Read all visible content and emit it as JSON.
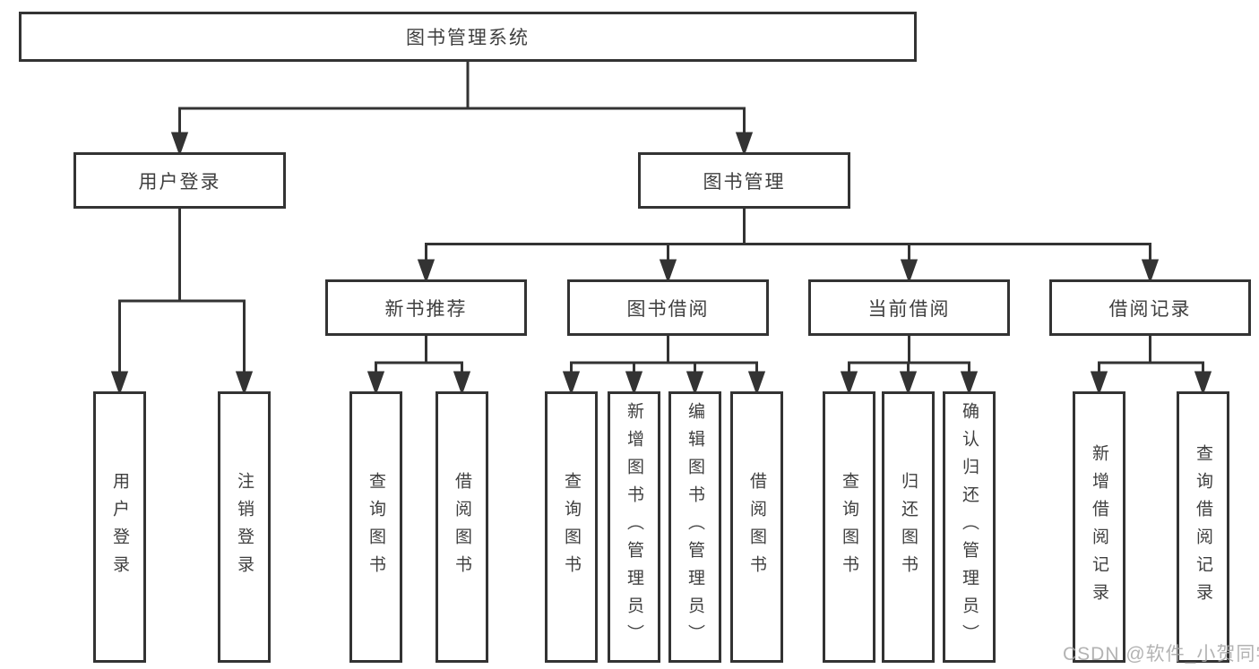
{
  "colors": {
    "background": "#ffffff",
    "line": "#333333",
    "box_border": "#333333",
    "text": "#3f3f3f",
    "watermark": "#a8a8a8"
  },
  "watermark": {
    "text": "CSDN @软件_小贺同学"
  },
  "tree": {
    "root": {
      "label": "图书管理系统",
      "children": [
        {
          "label": "用户登录",
          "children": [
            {
              "label": "用户登录"
            },
            {
              "label": "注销登录"
            }
          ]
        },
        {
          "label": "图书管理",
          "children": [
            {
              "label": "新书推荐",
              "children": [
                {
                  "label": "查询图书"
                },
                {
                  "label": "借阅图书"
                }
              ]
            },
            {
              "label": "图书借阅",
              "children": [
                {
                  "label": "查询图书"
                },
                {
                  "label": "新增图书（管理员）"
                },
                {
                  "label": "编辑图书（管理员）"
                },
                {
                  "label": "借阅图书"
                }
              ]
            },
            {
              "label": "当前借阅",
              "children": [
                {
                  "label": "查询图书"
                },
                {
                  "label": "归还图书"
                },
                {
                  "label": "确认归还（管理员）"
                }
              ]
            },
            {
              "label": "借阅记录",
              "children": [
                {
                  "label": "新增借阅记录"
                },
                {
                  "label": "查询借阅记录"
                }
              ]
            }
          ]
        }
      ]
    }
  }
}
